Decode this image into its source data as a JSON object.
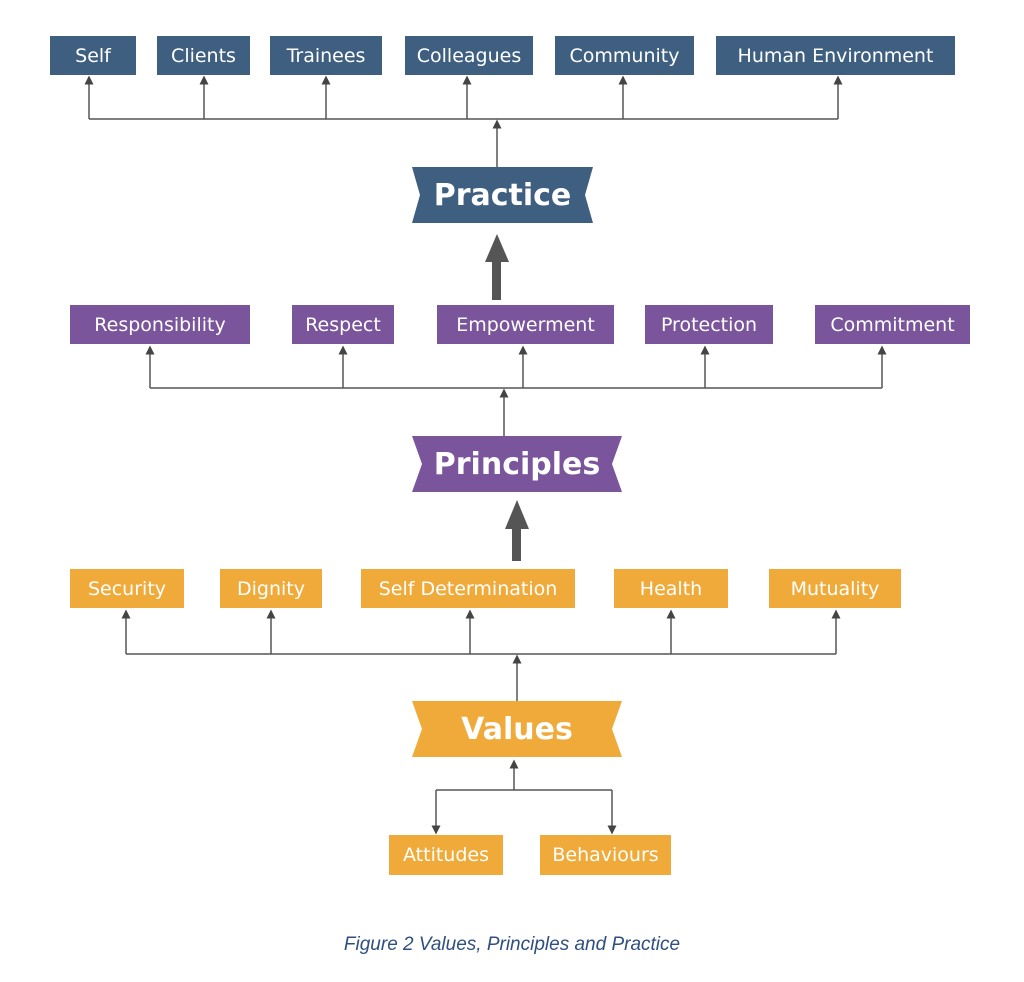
{
  "diagram": {
    "practice": {
      "label": "Practice",
      "color": "#3f5f81",
      "targets": [
        "Self",
        "Clients",
        "Trainees",
        "Colleagues",
        "Community",
        "Human Environment"
      ]
    },
    "principles": {
      "label": "Principles",
      "color": "#7a559b",
      "items": [
        "Responsibility",
        "Respect",
        "Empowerment",
        "Protection",
        "Commitment"
      ]
    },
    "values": {
      "label": "Values",
      "color": "#f0aa3a",
      "items": [
        "Security",
        "Dignity",
        "Self Determination",
        "Health",
        "Mutuality"
      ],
      "sources": [
        "Attitudes",
        "Behaviours"
      ]
    }
  },
  "caption": "Figure 2 Values, Principles and Practice"
}
